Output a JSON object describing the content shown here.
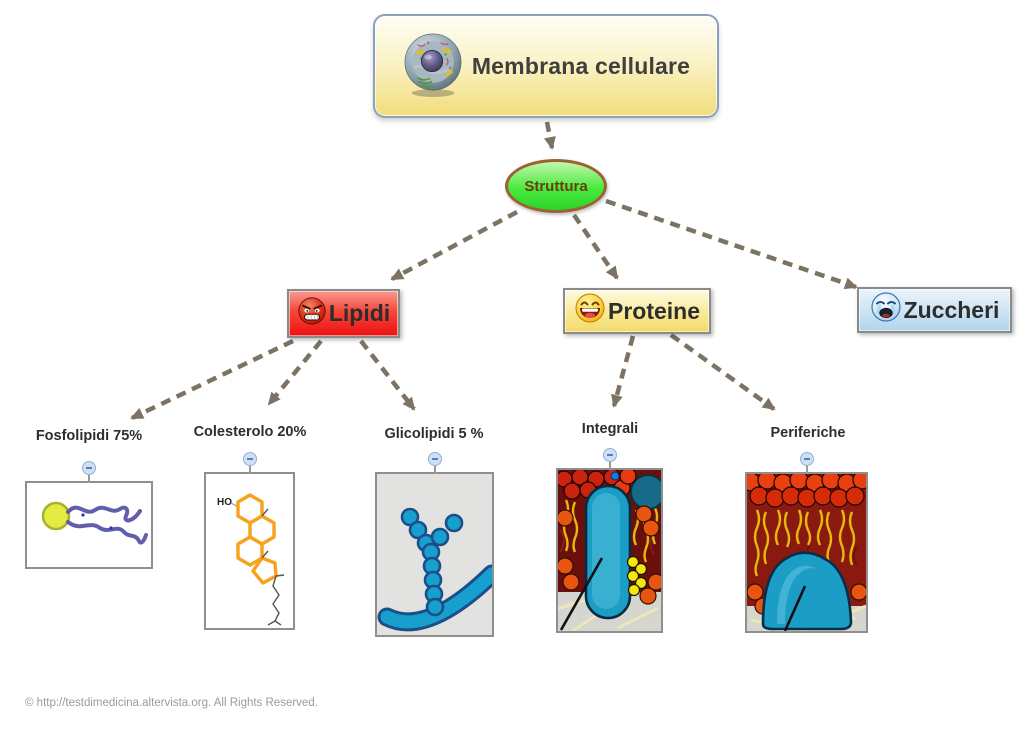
{
  "root": {
    "title": "Membrana cellulare",
    "icon": "cell-icon"
  },
  "structure": {
    "label": "Struttura"
  },
  "branches": {
    "lipidi": {
      "label": "Lipidi",
      "icon": "angry-emoji-icon",
      "color": "#ee1111"
    },
    "proteine": {
      "label": "Proteine",
      "icon": "laughing-emoji-icon",
      "color": "#f3d96a"
    },
    "zuccheri": {
      "label": "Zuccheri",
      "icon": "crying-emoji-icon",
      "color": "#b2d4ea"
    }
  },
  "leaves": {
    "fosfolipidi": {
      "label": "Fosfolipidi 75%",
      "image": "phospholipid-drawing"
    },
    "colesterolo": {
      "label": "Colesterolo 20%",
      "image": "cholesterol-structure",
      "ho_label": "HO"
    },
    "glicolipidi": {
      "label": "Glicolipidi 5 %",
      "image": "glycolipid-drawing"
    },
    "integrali": {
      "label": "Integrali",
      "image": "integral-protein-membrane"
    },
    "periferiche": {
      "label": "Periferiche",
      "image": "peripheral-protein-membrane"
    }
  },
  "controls": {
    "collapse_icon": "minus-circle-icon"
  },
  "colors": {
    "arrow": "#7d7365",
    "node_border": "#8a8a8a",
    "struttura_green": "#35e22e",
    "struttura_border": "#9c6230",
    "root_yellow": "#f1dd7a",
    "root_border": "#8ba1bd"
  },
  "footer": {
    "copyright": "© http://testdimedicina.altervista.org. All Rights Reserved."
  }
}
